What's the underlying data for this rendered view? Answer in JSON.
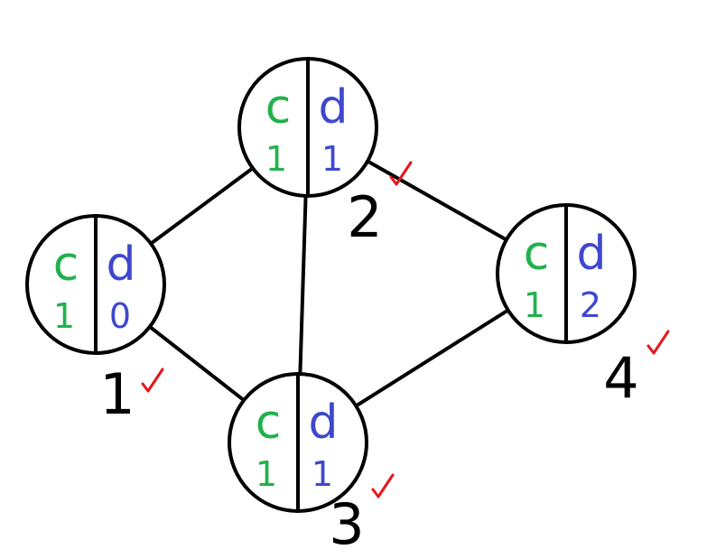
{
  "colors": {
    "c_color": "#22b14c",
    "d_color": "#3f48cc",
    "check_color": "#e8141c",
    "edge_color": "#000000"
  },
  "nodes": [
    {
      "id": "n1",
      "label": "1",
      "c_letter": "c",
      "d_letter": "d",
      "c_value": "1",
      "d_value": "0",
      "checked": true
    },
    {
      "id": "n2",
      "label": "2",
      "c_letter": "c",
      "d_letter": "d",
      "c_value": "1",
      "d_value": "1",
      "checked": true
    },
    {
      "id": "n3",
      "label": "3",
      "c_letter": "c",
      "d_letter": "d",
      "c_value": "1",
      "d_value": "1",
      "checked": true
    },
    {
      "id": "n4",
      "label": "4",
      "c_letter": "c",
      "d_letter": "d",
      "c_value": "1",
      "d_value": "2",
      "checked": true
    }
  ],
  "edges": [
    {
      "from": "n1",
      "to": "n2"
    },
    {
      "from": "n1",
      "to": "n3"
    },
    {
      "from": "n2",
      "to": "n3"
    },
    {
      "from": "n2",
      "to": "n4"
    },
    {
      "from": "n3",
      "to": "n4"
    }
  ]
}
